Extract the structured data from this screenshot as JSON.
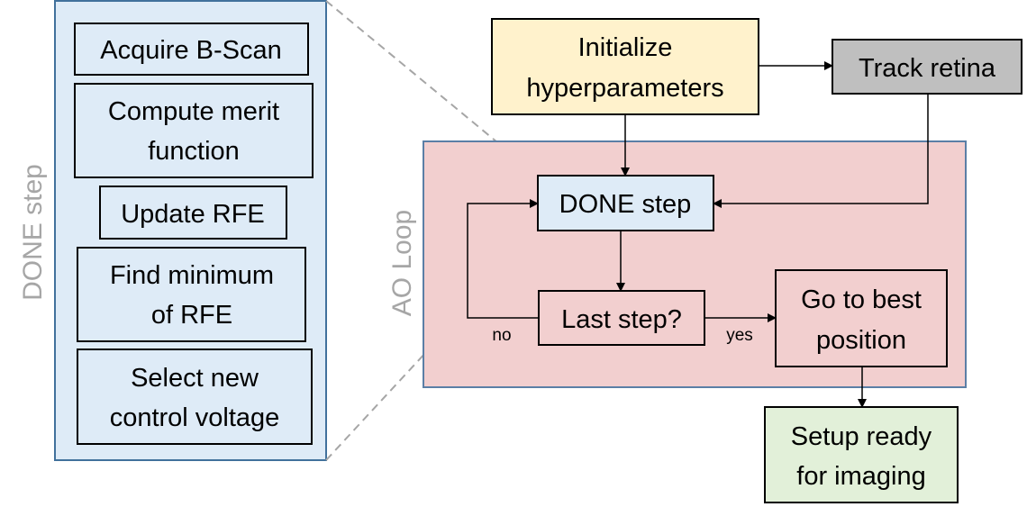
{
  "panel": {
    "title": "DONE step",
    "steps": [
      {
        "lines": [
          "Acquire B-Scan"
        ]
      },
      {
        "lines": [
          "Compute merit",
          "function"
        ]
      },
      {
        "lines": [
          "Update RFE"
        ]
      },
      {
        "lines": [
          "Find minimum",
          "of RFE"
        ]
      },
      {
        "lines": [
          "Select new",
          "control voltage"
        ]
      }
    ]
  },
  "loop": {
    "title": "AO Loop"
  },
  "nodes": {
    "init": {
      "lines": [
        "Initialize",
        "hyperparameters"
      ]
    },
    "track": {
      "lines": [
        "Track retina"
      ]
    },
    "done": {
      "lines": [
        "DONE step"
      ]
    },
    "last": {
      "lines": [
        "Last step?"
      ]
    },
    "best": {
      "lines": [
        "Go to best",
        "position"
      ]
    },
    "ready": {
      "lines": [
        "Setup ready",
        "for imaging"
      ]
    }
  },
  "edge_labels": {
    "no": "no",
    "yes": "yes"
  },
  "colors": {
    "panel_fill": "#deebf7",
    "panel_stroke": "#41719c",
    "loop_fill": "#f2cfcf",
    "loop_stroke": "#5b7fa6",
    "init_fill": "#fff2cc",
    "track_fill": "#bfbfbf",
    "done_fill": "#deebf7",
    "ready_fill": "#e2f0d9",
    "label_gray": "#a6a6a6"
  }
}
